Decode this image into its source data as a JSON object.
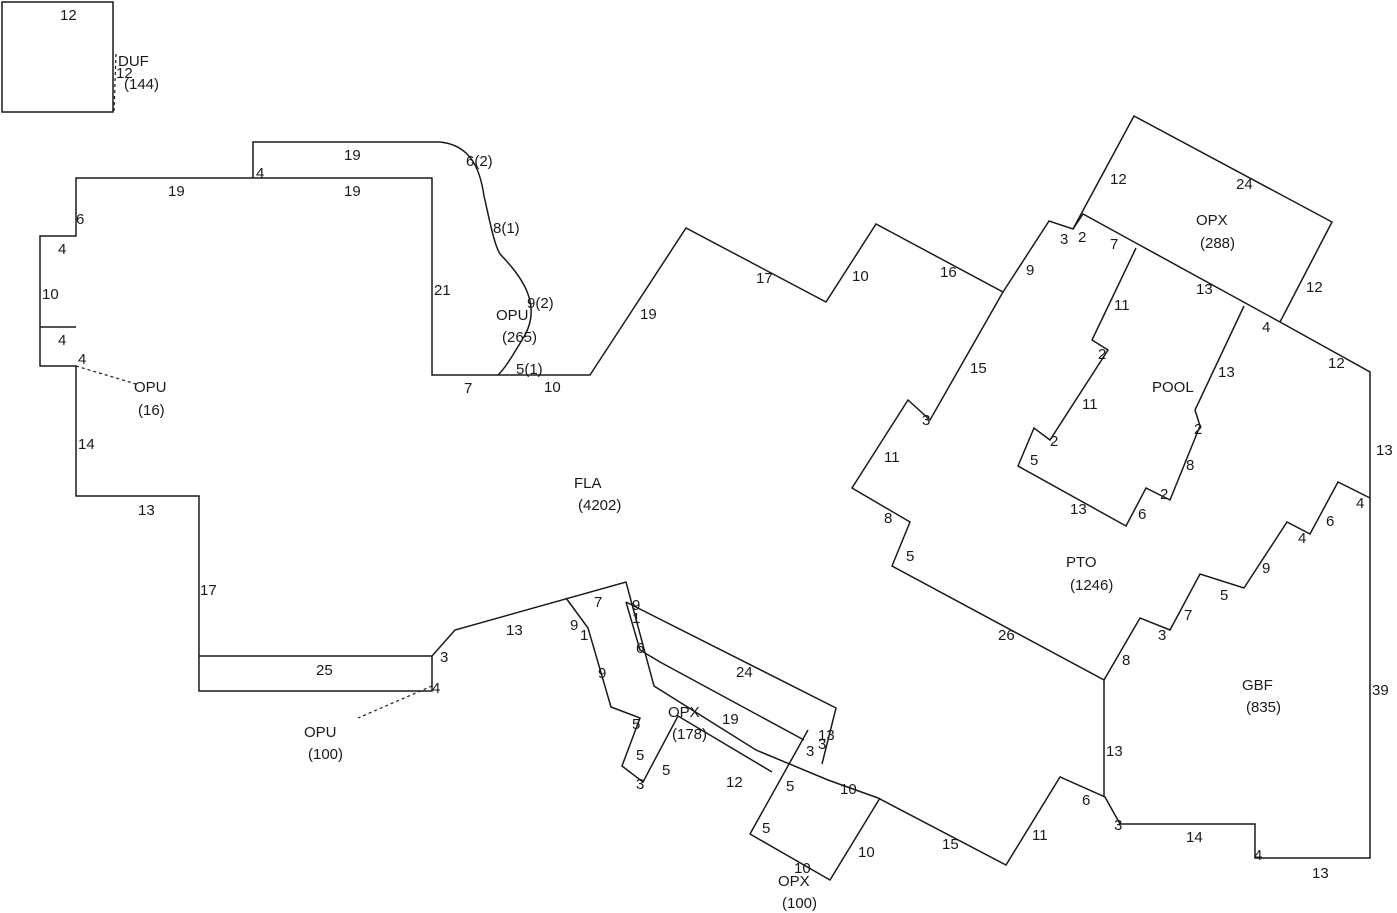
{
  "dimensions": [
    "12",
    "12",
    "19",
    "19",
    "4",
    "19",
    "6(2)",
    "8(1)",
    "9(2)",
    "5(1)",
    "21",
    "7",
    "10",
    "19",
    "17",
    "10",
    "16",
    "6",
    "4",
    "10",
    "4",
    "4",
    "14",
    "13",
    "17",
    "25",
    "3",
    "4",
    "13",
    "7",
    "9",
    "1",
    "9",
    "5",
    "5",
    "3",
    "5",
    "12",
    "9",
    "1",
    "6",
    "24",
    "19",
    "3",
    "13",
    "3",
    "5",
    "10",
    "5",
    "10",
    "10",
    "15",
    "11",
    "6",
    "3",
    "13",
    "14",
    "4",
    "13",
    "39",
    "8",
    "3",
    "7",
    "5",
    "9",
    "4",
    "6",
    "4",
    "26",
    "5",
    "8",
    "11",
    "3",
    "15",
    "9",
    "3",
    "2",
    "7",
    "12",
    "24",
    "13",
    "12",
    "4",
    "12",
    "13",
    "11",
    "2",
    "11",
    "2",
    "5",
    "13",
    "6",
    "2",
    "8",
    "2",
    "13"
  ],
  "areas": [
    {
      "code": "DUF",
      "size": "(144)"
    },
    {
      "code": "OPU",
      "size": "(265)"
    },
    {
      "code": "OPU",
      "size": "(16)"
    },
    {
      "code": "FLA",
      "size": "(4202)"
    },
    {
      "code": "OPU",
      "size": "(100)"
    },
    {
      "code": "OPX",
      "size": "(178)"
    },
    {
      "code": "OPX",
      "size": "(100)"
    },
    {
      "code": "PTO",
      "size": "(1246)"
    },
    {
      "code": "GBF",
      "size": "(835)"
    },
    {
      "code": "OPX",
      "size": "(288)"
    },
    {
      "code": "POOL",
      "size": ""
    }
  ]
}
